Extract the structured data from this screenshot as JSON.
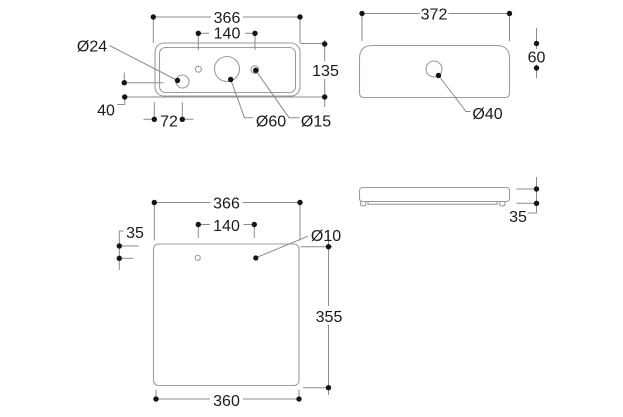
{
  "drawing": {
    "description": "four-view dimensioned technical drawing (mm)",
    "colors": {
      "outline": "#9c9c9c",
      "dimension_line": "#8b8b8b",
      "ink": "#1a1a1a",
      "background": "#ffffff"
    },
    "top_view": {
      "width": "366",
      "hole_spacing": "140",
      "depth": "135",
      "left_hole_dia": "Ø24",
      "hole_height_offset": "40",
      "left_hole_offset": "72",
      "center_hole_dia": "Ø60",
      "small_hole_dia": "Ø15"
    },
    "front_view": {
      "width": "372",
      "height": "60",
      "hole_dia": "Ø40"
    },
    "bottom_view": {
      "width": "366",
      "hole_spacing": "140",
      "edge_offset": "35",
      "hole_dia": "Ø10",
      "depth": "355",
      "bottom_width": "360"
    },
    "side_view": {
      "thickness": "35"
    }
  }
}
